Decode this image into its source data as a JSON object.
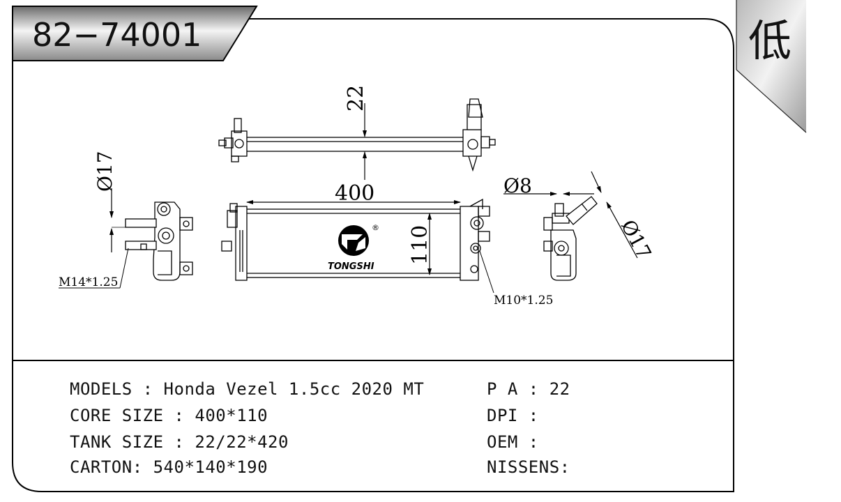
{
  "part_number": "82−74001",
  "corner_label": "低",
  "brand": {
    "name": "TONGSHI",
    "registered_mark": "®"
  },
  "dimensions": {
    "tank_thickness": "22",
    "core_width": "400",
    "core_height": "110",
    "inlet_diameter": "Ø17",
    "outlet_diameter": "Ø17",
    "small_pipe_diameter": "Ø8",
    "thread_left": "M14*1.25",
    "thread_right": "M10*1.25"
  },
  "specs": {
    "models": "MODELS : Honda Vezel 1.5cc 2020 MT",
    "core_size": "CORE SIZE : 400*110",
    "tank_size": "TANK SIZE : 22/22*420",
    "carton": "CARTON: 540*140*190",
    "pa": "P A : 22",
    "dpi": "DPI :",
    "oem": "OEM :",
    "nissens": "NISSENS:"
  }
}
